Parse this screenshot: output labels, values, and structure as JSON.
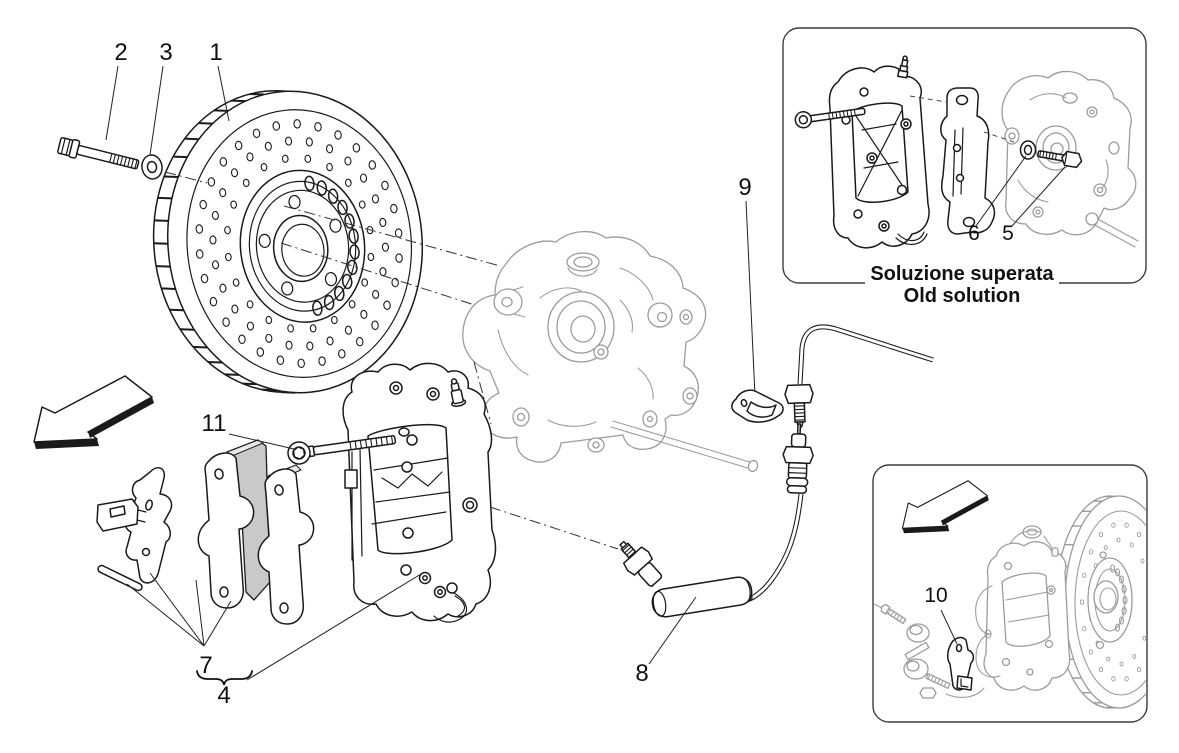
{
  "diagram": {
    "callouts": {
      "c1": "1",
      "c2": "2",
      "c3": "3",
      "c4": "4",
      "c5": "5",
      "c6": "6",
      "c7": "7",
      "c8": "8",
      "c9": "9",
      "c10": "10",
      "c11": "11"
    },
    "inset_old_solution": {
      "caption_it": "Soluzione superata",
      "caption_en": "Old solution"
    },
    "colors": {
      "primary_line": "#1a1a1a",
      "secondary_line": "#9c9c9c",
      "pad_fill": "#c9c9c9",
      "background": "#ffffff"
    }
  }
}
